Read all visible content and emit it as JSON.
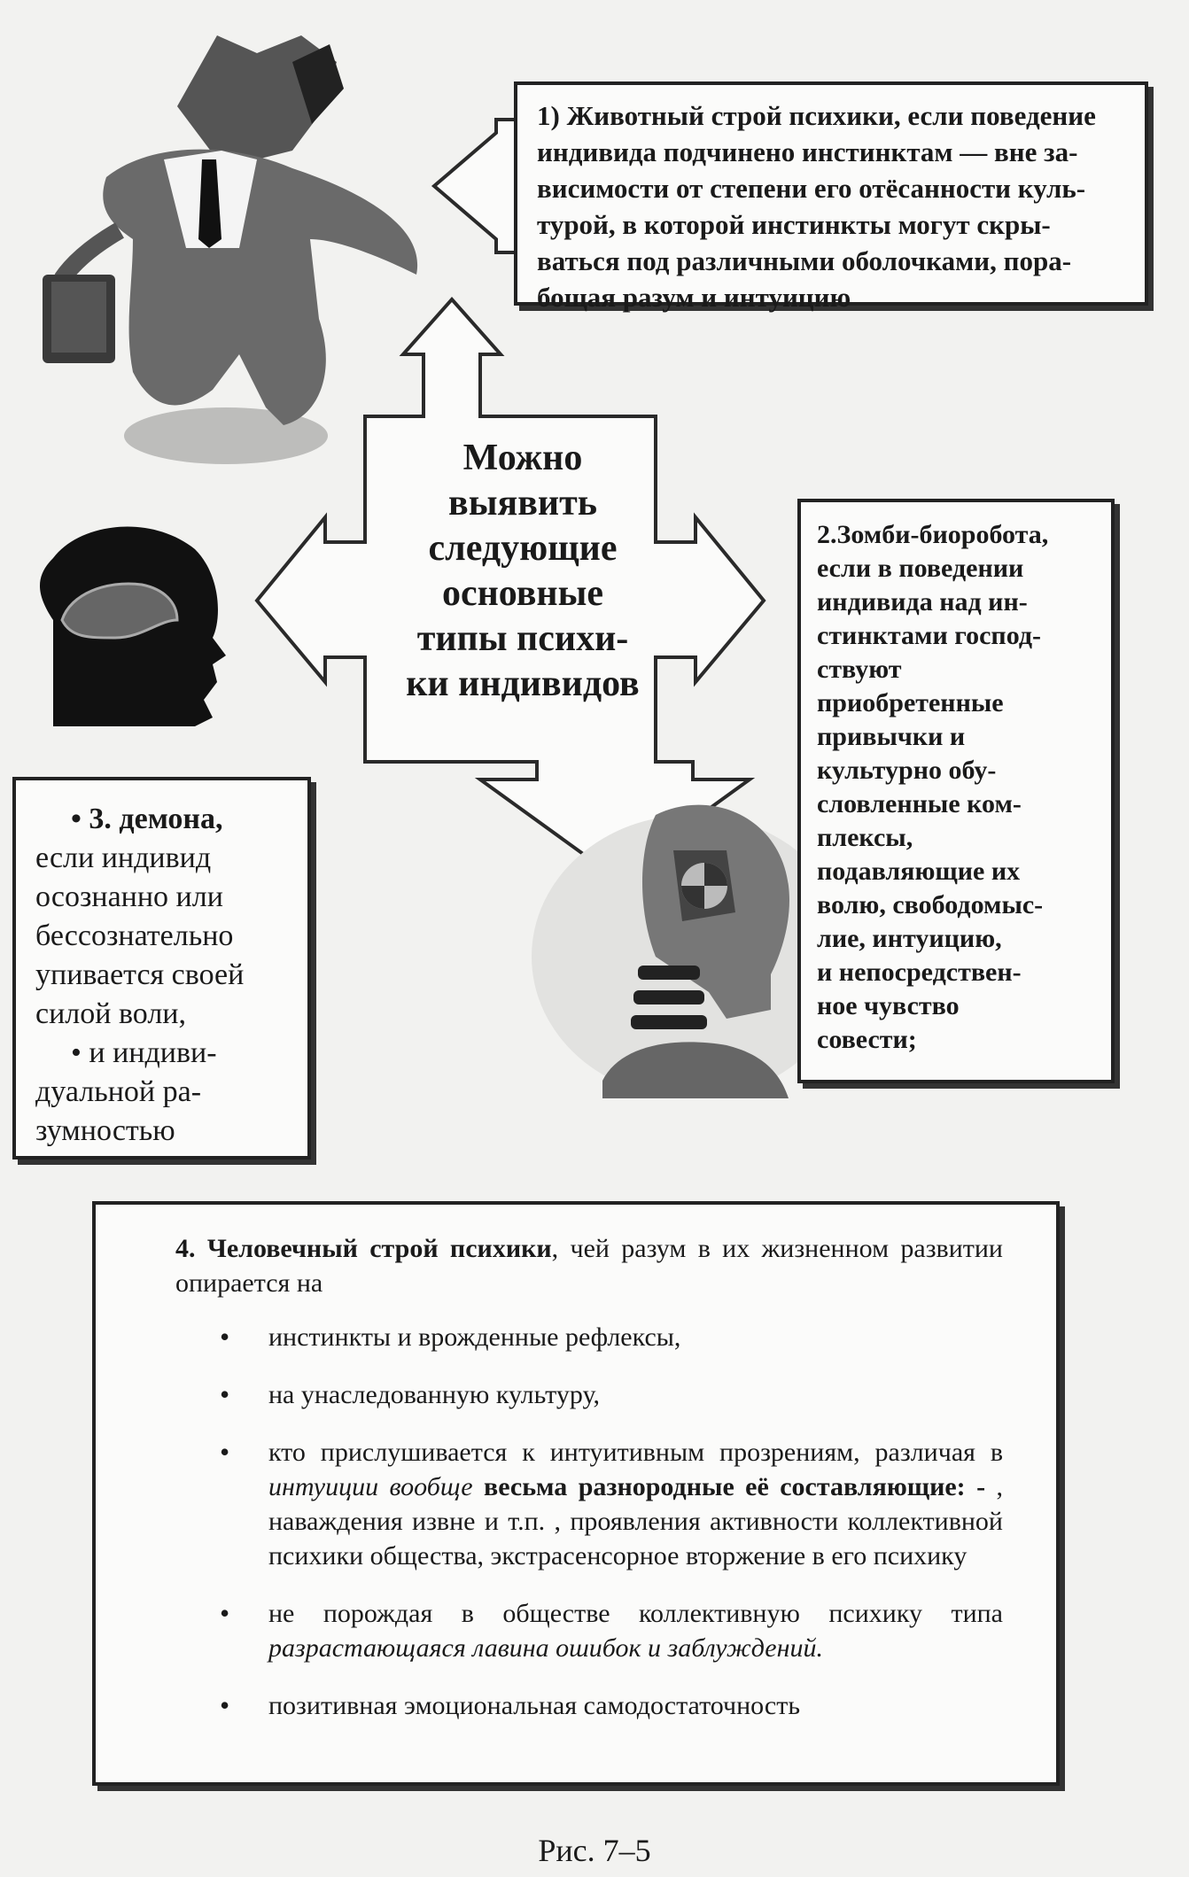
{
  "center": {
    "lines": [
      "Можно",
      "выявить",
      "следующие",
      "основные",
      "типы психи-",
      "ки индивидов"
    ]
  },
  "box1": {
    "lines": [
      "1) Животный строй психики, если поведение",
      "индивида подчинено инстинктам — вне за-",
      "висимости от степени его отёсанности куль-",
      "турой, в которой инстинкты могут скры-",
      "ваться под различными оболочками, пора-",
      "бощая разум и интуицию"
    ]
  },
  "box2": {
    "lines": [
      "2.Зомби-биоробота,",
      "если в поведении",
      "индивида над ин-",
      "стинктами господ-",
      "ствуют",
      "приобретенные",
      "привычки и",
      "культурно обу-",
      "словленные ком-",
      "плексы,",
      "подавляющие их",
      "волю, свободомыс-",
      "лие, интуицию,",
      "и непосредствен-",
      "ное чувство",
      "совести;"
    ]
  },
  "box3": {
    "title": "• 3. демона,",
    "line1": "если индивид",
    "line2": "осознанно или",
    "line3": "бессознательно",
    "line4": "упивается своей",
    "line5": "силой воли,",
    "line6": "• и индиви-",
    "line7": "дуальной ра-",
    "line8": "зумностью"
  },
  "box4": {
    "intro_bold": "4. Человечный строй психики",
    "intro_rest": ", чей разум в их жизненном развитии опирается на",
    "item1": "инстинкты и врожденные рефлексы,",
    "item2": "на унаследованную культуру,",
    "item3_a": "кто прислушивается к интуитивным прозрениям, различая в ",
    "item3_i": "интуиции вообще",
    "item3_b": " весьма разнородные её составляющие: -",
    "item3_c": " , наваждения извне и т.п. , проявления активности коллективной психики общества, экстрасенсорное вторжение в его психику",
    "item4_a": "не порождая в обществе коллективную психику типа ",
    "item4_i": "разрастающаяся лавина ошибок и заблуждений.",
    "item5": "позитивная эмоциональная самодостаточность"
  },
  "caption": "Рис. 7–5",
  "icons": [
    "wolf-businessman-illustration",
    "human-head-silhouette-icon",
    "robot-head-illustration"
  ],
  "colors": {
    "ink": "#1a1a1a",
    "paper": "#f2f2f0",
    "box": "#fbfbfa"
  }
}
